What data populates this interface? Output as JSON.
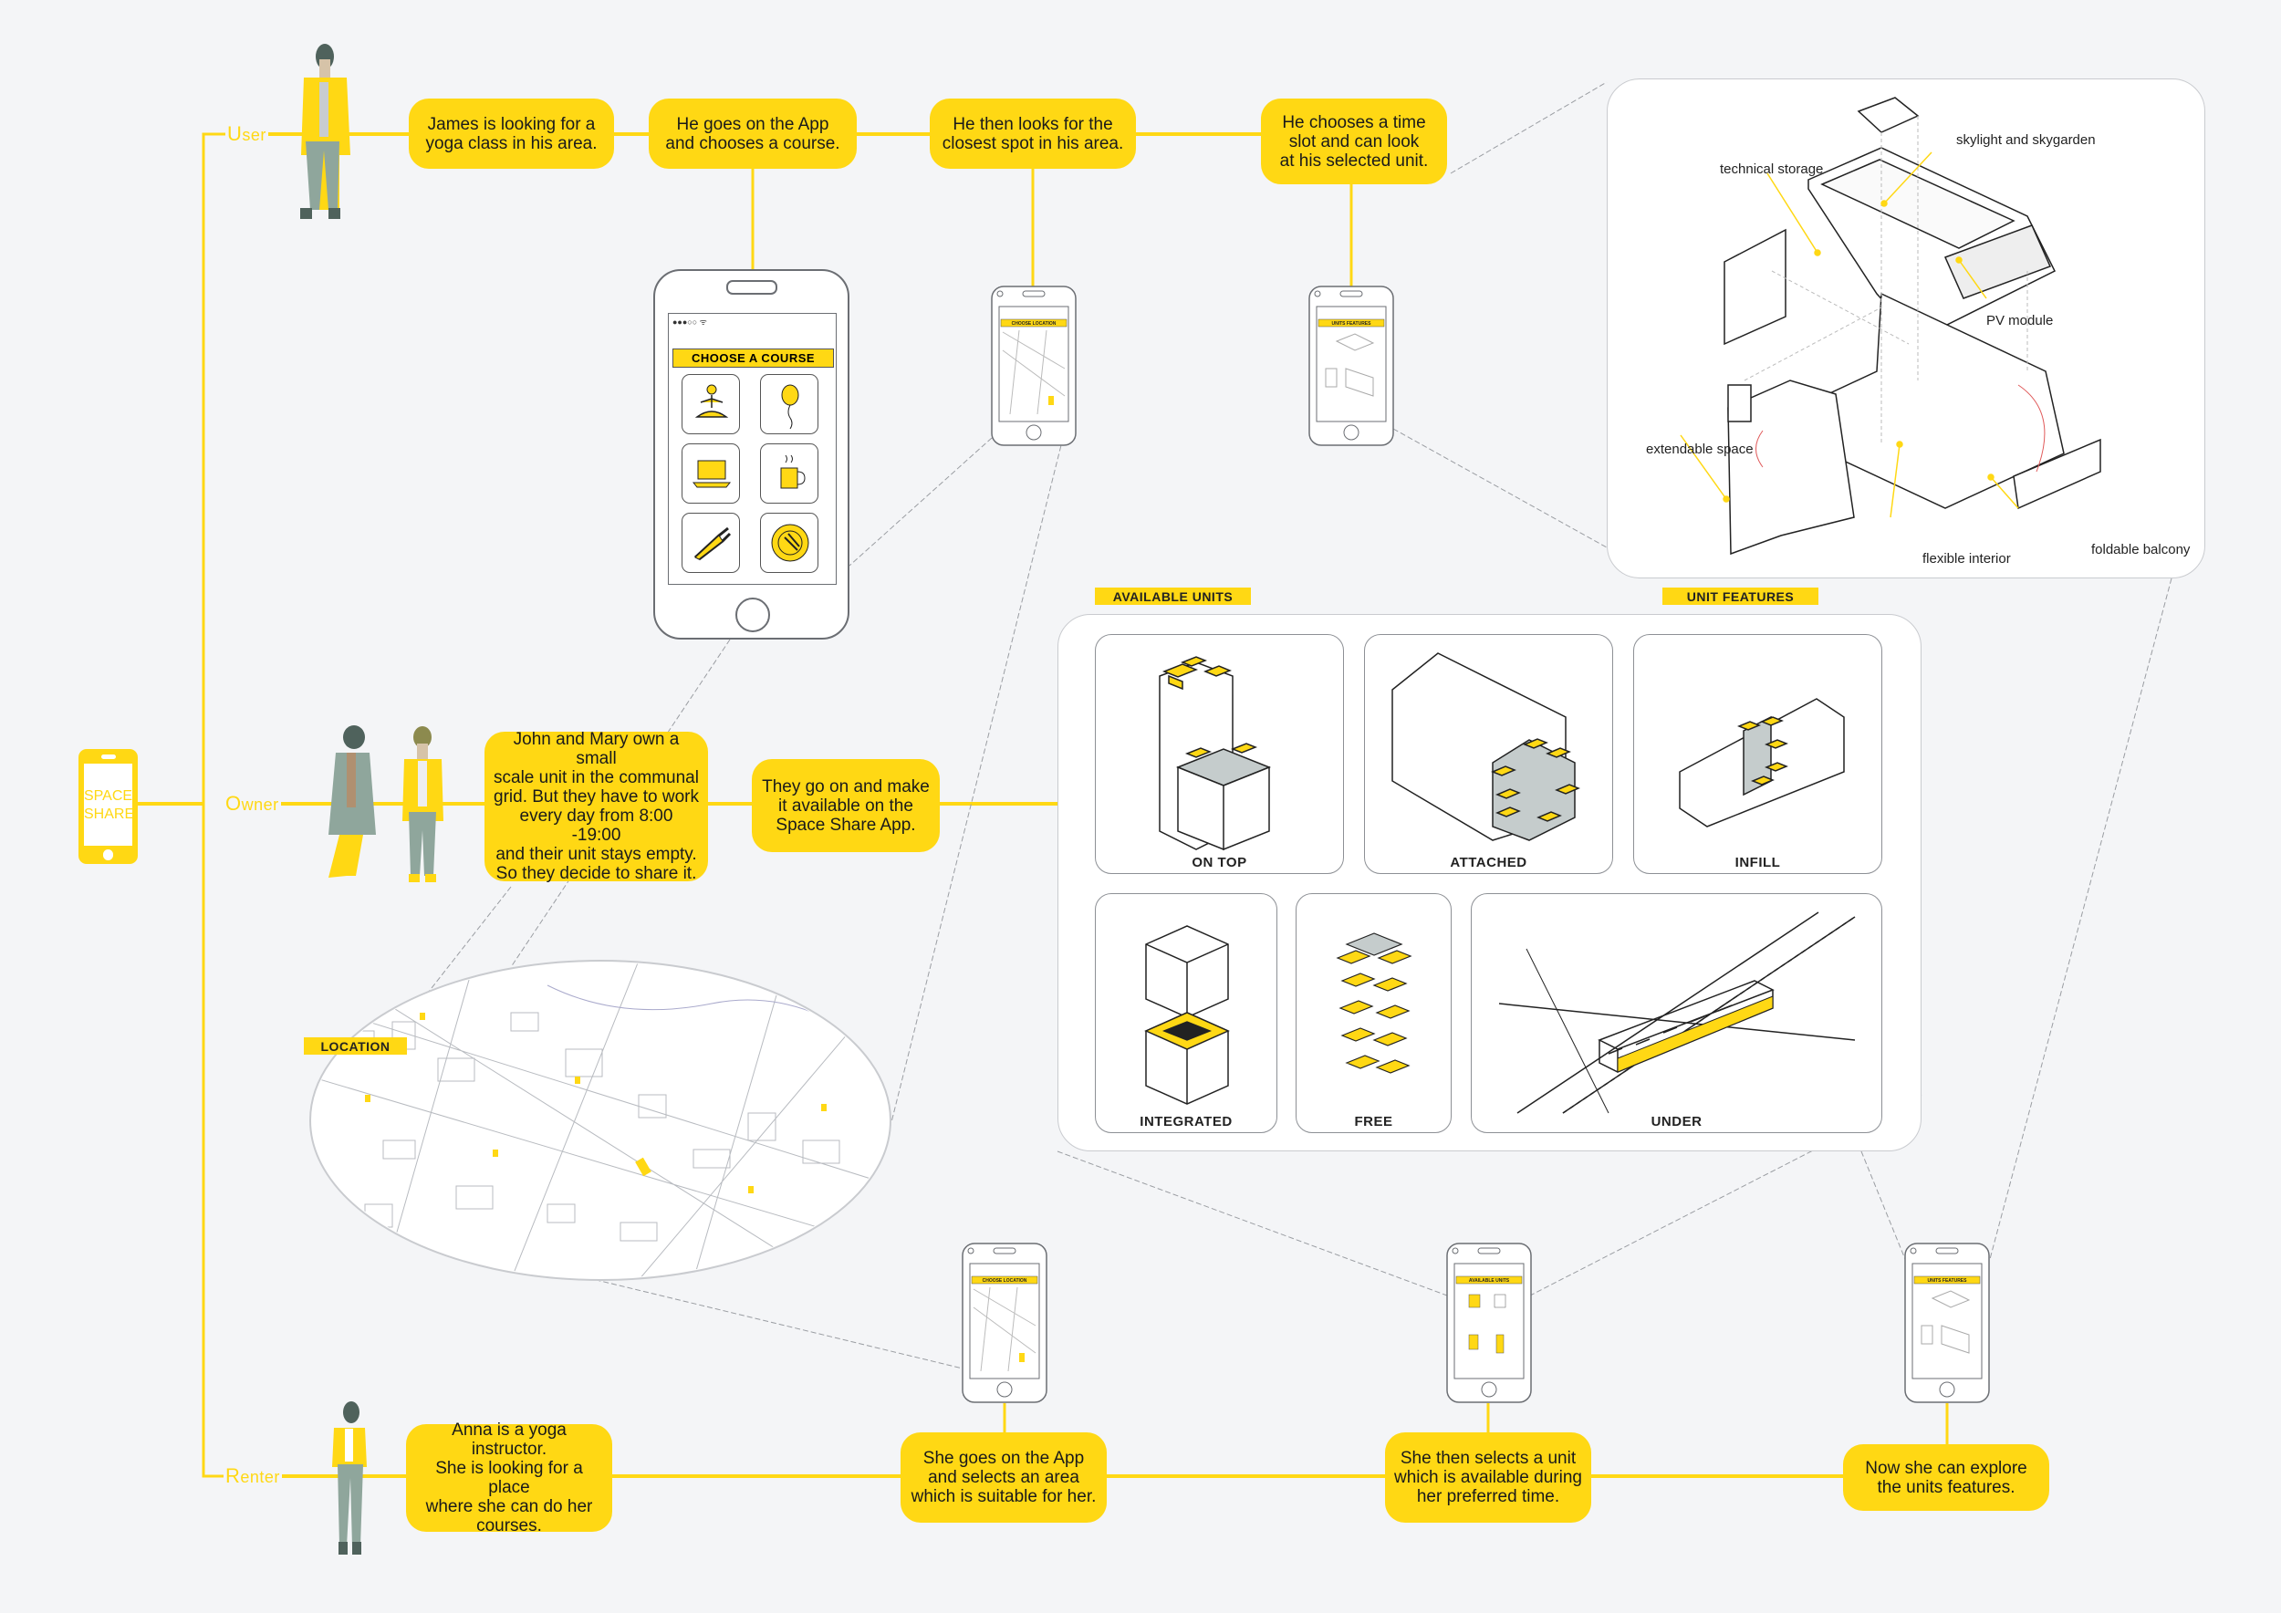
{
  "app": {
    "name_line1": "SPACE",
    "name_line2": "SHARE"
  },
  "rows": {
    "user": "User",
    "owner": "Owner",
    "renter": "Renter"
  },
  "user_steps": [
    "James is looking for a\nyoga class in his area.",
    "He goes on the App\nand chooses a course.",
    "He then looks for the\nclosest spot in his area.",
    "He chooses a time\nslot and can look\nat his selected unit."
  ],
  "owner_steps": [
    "John and Mary own a small\nscale unit in the communal\ngrid. But they have to work\nevery day from 8:00 -19:00\nand their unit stays empty.\nSo they decide to share it.",
    "They go on and make\nit available on the\nSpace Share App."
  ],
  "renter_steps": [
    "Anna is a yoga instructor.\nShe is looking for a place\nwhere she can do her\ncourses.",
    "She goes on the App\nand selects an area\nwhich is suitable for her.",
    "She then selects a unit\nwhich is available during\nher preferred time.",
    "Now she can explore\nthe units features."
  ],
  "phone_screens": {
    "choose_course": "CHOOSE A COURSE",
    "choose_location": "CHOOSE LOCATION",
    "units_features": "UNITS FEATURES",
    "available_units": "AVAILABLE UNITS"
  },
  "courses": [
    "yoga-icon",
    "balloon-icon",
    "laptop-icon",
    "mug-icon",
    "pliers-icon",
    "plate-icon"
  ],
  "sections": {
    "available_units": "AVAILABLE UNITS",
    "unit_features": "UNIT FEATURES",
    "location": "LOCATION"
  },
  "unit_types": [
    "ON TOP",
    "ATTACHED",
    "INFILL",
    "INTEGRATED",
    "FREE",
    "UNDER"
  ],
  "unit_features": {
    "skylight": "skylight and skygarden",
    "storage": "technical storage",
    "pv": "PV module",
    "extendable": "extendable space",
    "flexible": "flexible interior",
    "balcony": "foldable balcony"
  },
  "colors": {
    "accent": "#ffd814",
    "background": "#f4f5f7",
    "line": "#8d9095"
  }
}
